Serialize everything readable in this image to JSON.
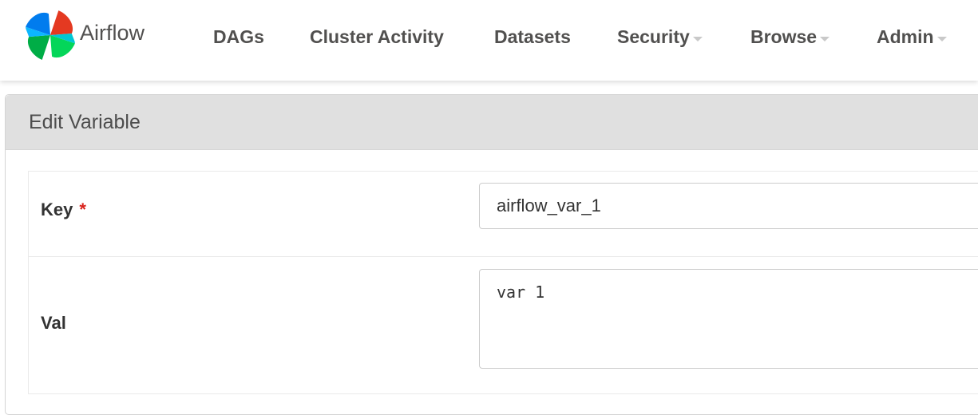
{
  "brand": {
    "name": "Airflow",
    "icon": "airflow-pinwheel-logo",
    "colors": [
      "#017cee",
      "#00ad46",
      "#e43921",
      "#04d659",
      "#0cb6ff",
      "#00c7d4"
    ]
  },
  "nav": {
    "items": [
      {
        "label": "DAGs",
        "dropdown": false
      },
      {
        "label": "Cluster Activity",
        "dropdown": false
      },
      {
        "label": "Datasets",
        "dropdown": false
      },
      {
        "label": "Security",
        "dropdown": true
      },
      {
        "label": "Browse",
        "dropdown": true
      },
      {
        "label": "Admin",
        "dropdown": true
      }
    ]
  },
  "panel": {
    "title": "Edit Variable"
  },
  "form": {
    "key": {
      "label": "Key",
      "required_marker": "*",
      "value": "airflow_var_1"
    },
    "val": {
      "label": "Val",
      "value": "var 1"
    }
  }
}
